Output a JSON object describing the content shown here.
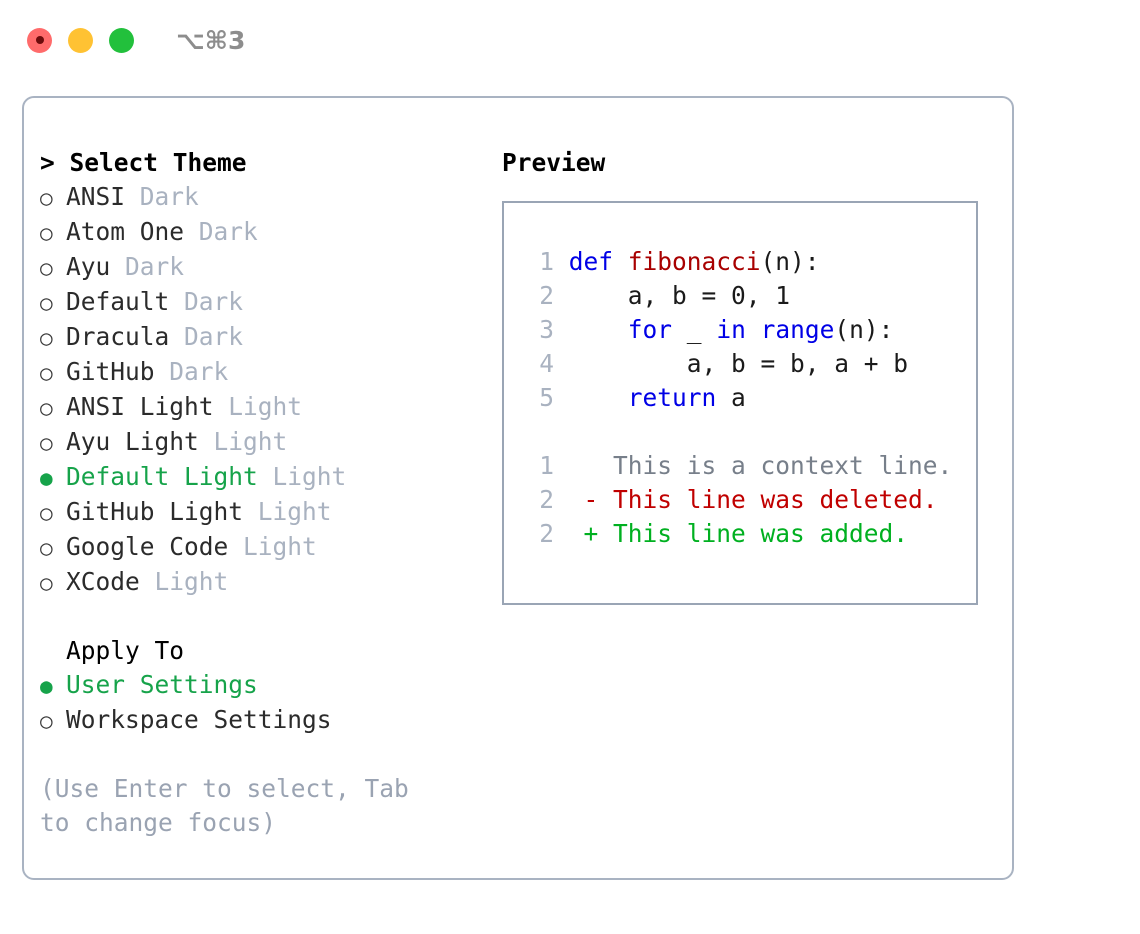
{
  "titlebar": {
    "shortcut": "⌥⌘3",
    "buttons": [
      {
        "name": "close",
        "color": "#ff6b6b"
      },
      {
        "name": "minimize",
        "color": "#ffc233"
      },
      {
        "name": "maximize",
        "color": "#22c03c"
      }
    ]
  },
  "theme_pane": {
    "heading": "> Select Theme",
    "bullet_unselected": "○",
    "bullet_selected": "●",
    "options": [
      {
        "label": "ANSI",
        "kind": "Dark",
        "selected": false
      },
      {
        "label": "Atom One",
        "kind": "Dark",
        "selected": false
      },
      {
        "label": "Ayu",
        "kind": "Dark",
        "selected": false
      },
      {
        "label": "Default",
        "kind": "Dark",
        "selected": false
      },
      {
        "label": "Dracula",
        "kind": "Dark",
        "selected": false
      },
      {
        "label": "GitHub",
        "kind": "Dark",
        "selected": false
      },
      {
        "label": "ANSI Light",
        "kind": "Light",
        "selected": false
      },
      {
        "label": "Ayu Light",
        "kind": "Light",
        "selected": false
      },
      {
        "label": "Default Light",
        "kind": "Light",
        "selected": true
      },
      {
        "label": "GitHub Light",
        "kind": "Light",
        "selected": false
      },
      {
        "label": "Google Code",
        "kind": "Light",
        "selected": false
      },
      {
        "label": "XCode",
        "kind": "Light",
        "selected": false
      }
    ],
    "apply_to": {
      "heading": "Apply To",
      "options": [
        {
          "label": "User Settings",
          "selected": true
        },
        {
          "label": "Workspace Settings",
          "selected": false
        }
      ]
    },
    "hint": "(Use Enter to select, Tab to change focus)"
  },
  "preview_pane": {
    "heading": "Preview",
    "code_lines": [
      {
        "num": "1",
        "tokens": [
          {
            "t": "def ",
            "c": "kw"
          },
          {
            "t": "fibonacci",
            "c": "fn"
          },
          {
            "t": "(n):",
            "c": "plain"
          }
        ]
      },
      {
        "num": "2",
        "tokens": [
          {
            "t": "    a, b = 0, 1",
            "c": "plain"
          }
        ]
      },
      {
        "num": "3",
        "tokens": [
          {
            "t": "    ",
            "c": "plain"
          },
          {
            "t": "for ",
            "c": "kw"
          },
          {
            "t": "_ ",
            "c": "plain"
          },
          {
            "t": "in ",
            "c": "kw"
          },
          {
            "t": "range",
            "c": "kw"
          },
          {
            "t": "(n):",
            "c": "plain"
          }
        ]
      },
      {
        "num": "4",
        "tokens": [
          {
            "t": "        a, b = b, a + b",
            "c": "plain"
          }
        ]
      },
      {
        "num": "5",
        "tokens": [
          {
            "t": "    ",
            "c": "plain"
          },
          {
            "t": "return ",
            "c": "kw"
          },
          {
            "t": "a",
            "c": "plain"
          }
        ]
      }
    ],
    "diff_lines": [
      {
        "num": "1",
        "marker": "  ",
        "text": "This is a context line.",
        "kind": "context"
      },
      {
        "num": "2",
        "marker": "- ",
        "text": "This line was deleted.",
        "kind": "del"
      },
      {
        "num": "2",
        "marker": "+ ",
        "text": "This line was added.",
        "kind": "add"
      }
    ]
  },
  "colors": {
    "accent_green": "#16a34a",
    "muted": "#a9b2c0",
    "border": "#a9b3c2",
    "preview_border": "#9aa5b5",
    "keyword": "#0000e6",
    "function": "#a80000",
    "diff_delete": "#c00000",
    "diff_add": "#00b020"
  }
}
